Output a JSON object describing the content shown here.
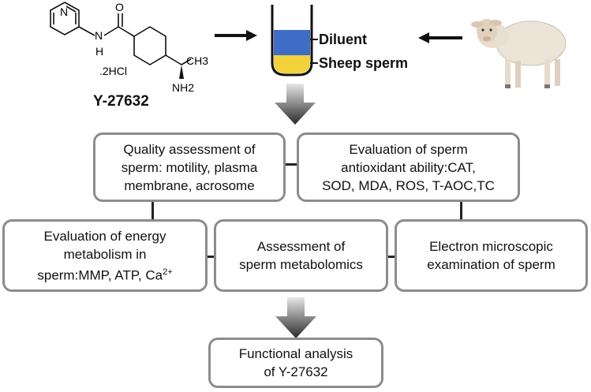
{
  "compound": {
    "name": "Y-27632",
    "atoms": {
      "N1": "N",
      "NH_H": "H",
      "O": "O",
      "HCl": ".2HCl",
      "CH3": "CH3",
      "NH2": "NH2"
    }
  },
  "tube": {
    "top_label": "Diluent",
    "bottom_label": "Sheep sperm",
    "top_color": "#3f6cc6",
    "bottom_color": "#f2d23a"
  },
  "sheep": {
    "icon": "sheep-icon"
  },
  "boxes": {
    "quality": [
      "Quality assessment of",
      "sperm: motility, plasma",
      "membrane, acrosome"
    ],
    "antioxidant": [
      "Evaluation of sperm",
      "antioxidant ability:CAT,",
      "SOD, MDA, ROS, T-AOC,TC"
    ],
    "energy": [
      "Evaluation of energy",
      "metabolism in",
      "sperm:MMP, ATP, Ca",
      "2+"
    ],
    "metabolomics": [
      "Assessment of",
      "sperm metabolomics"
    ],
    "microscopy": [
      "Electron microscopic",
      "examination of sperm"
    ],
    "functional": [
      "Functional analysis",
      "of Y-27632"
    ]
  }
}
